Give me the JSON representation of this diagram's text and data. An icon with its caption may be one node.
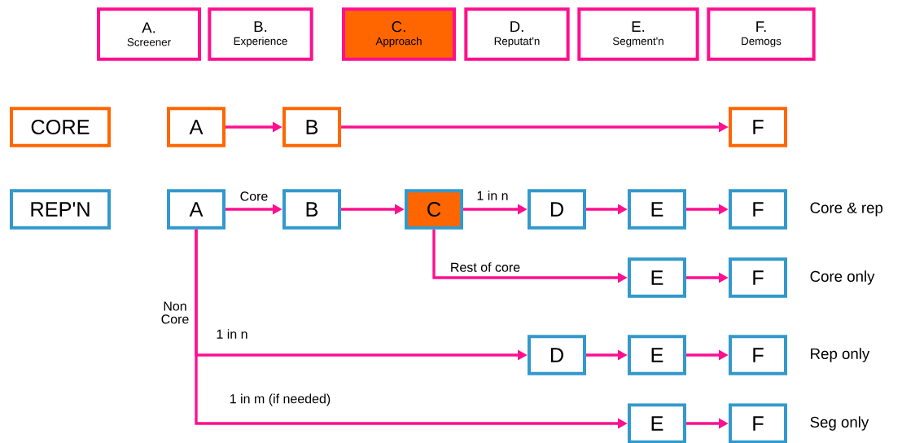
{
  "diagram": {
    "nodes": [
      {
        "text": [
          "A.",
          "Screener"
        ]
      },
      {
        "text": [
          "B.",
          "Experience"
        ]
      },
      {
        "text": [
          "C.",
          "Approach"
        ]
      },
      {
        "text": [
          "D.",
          "Reputat'n"
        ]
      },
      {
        "text": [
          "E.",
          "Segment'n"
        ]
      },
      {
        "text": [
          "F.",
          "Demogs"
        ]
      },
      {
        "text": [
          "CORE"
        ]
      },
      {
        "text": [
          "REP'N"
        ]
      },
      {
        "text": [
          "A"
        ]
      },
      {
        "text": [
          "B"
        ]
      },
      {
        "text": [
          "F"
        ]
      },
      {
        "text": [
          "A"
        ]
      },
      {
        "text": [
          "B"
        ]
      },
      {
        "text": [
          "C"
        ]
      },
      {
        "text": [
          "D"
        ]
      },
      {
        "text": [
          "E"
        ]
      },
      {
        "text": [
          "F"
        ],
        "beside": [
          "Core & rep"
        ]
      },
      {
        "text": [
          "E"
        ]
      },
      {
        "text": [
          "F"
        ],
        "beside": [
          "Core only"
        ]
      },
      {
        "text": [
          "D"
        ]
      },
      {
        "text": [
          "E"
        ]
      },
      {
        "text": [
          "F"
        ],
        "beside": [
          "Rep only"
        ]
      },
      {
        "text": [
          "E"
        ]
      },
      {
        "text": [
          "F"
        ],
        "beside": [
          "Seg only"
        ]
      }
    ],
    "edges": [
      {
        "from": 8,
        "to": 9,
        "arrow": "to"
      },
      {
        "from": 9,
        "to": 10,
        "arrow": "to"
      },
      {
        "from": 11,
        "to": 12,
        "arrow": "to",
        "label": "Core"
      },
      {
        "from": 12,
        "to": 13,
        "arrow": "to"
      },
      {
        "from": 13,
        "to": 14,
        "arrow": "to",
        "label": "1 in n"
      },
      {
        "from": 14,
        "to": 15,
        "arrow": "to"
      },
      {
        "from": 15,
        "to": 16,
        "arrow": "to"
      },
      {
        "from": 13,
        "to": 17,
        "arrow": "to",
        "label": "Rest of core"
      },
      {
        "from": 17,
        "to": 18,
        "arrow": "to"
      },
      {
        "from": 11,
        "to": 19,
        "arrow": "to",
        "label": "1 in n"
      },
      {
        "from": 19,
        "to": 20,
        "arrow": "to"
      },
      {
        "from": 20,
        "to": 21,
        "arrow": "to"
      },
      {
        "from": 11,
        "to": 22,
        "arrow": "to",
        "label": "1 in m (if needed)"
      },
      {
        "from": 22,
        "to": 23,
        "arrow": "to"
      }
    ],
    "labels": [
      "Non Core"
    ]
  }
}
